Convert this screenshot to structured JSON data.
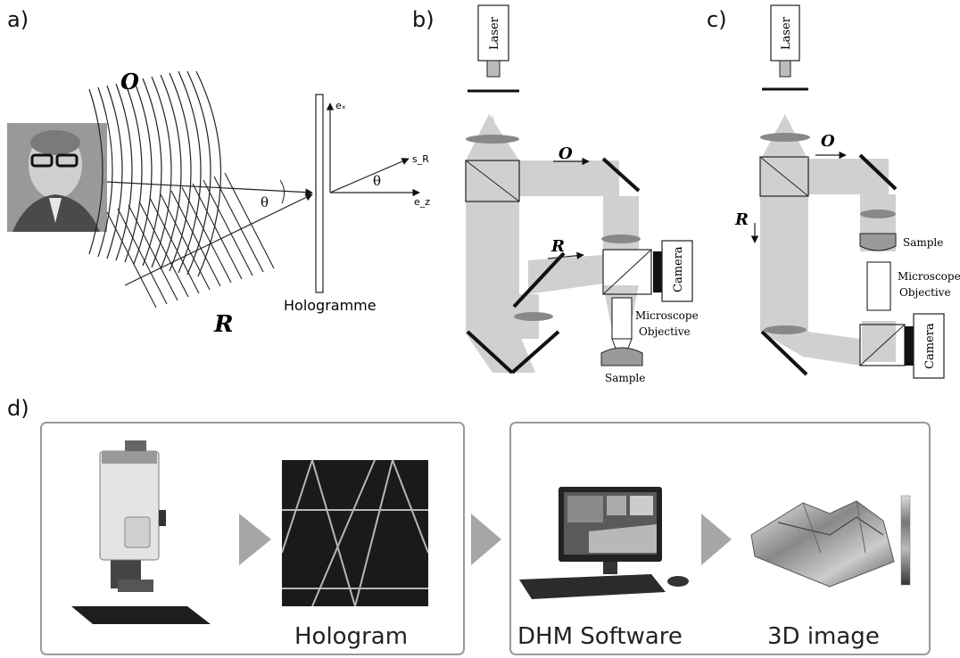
{
  "panels": {
    "a": {
      "label": "a)",
      "object_wave": "O",
      "reference_wave": "R",
      "angle_left": "θ",
      "angle_right": "θ",
      "axis_ex": "eₓ",
      "axis_ez": "e_z",
      "axis_sr": "s_R",
      "hologram_label": "Hologramme"
    },
    "b": {
      "label": "b)",
      "laser": "Laser",
      "object_wave": "O",
      "reference_wave": "R",
      "camera": "Camera",
      "objective_line1": "Microscope",
      "objective_line2": "Objective",
      "sample": "Sample"
    },
    "c": {
      "label": "c)",
      "laser": "Laser",
      "object_wave": "O",
      "reference_wave": "R",
      "camera": "Camera",
      "objective_line1": "Microscope",
      "objective_line2": "Objective",
      "sample": "Sample"
    },
    "d": {
      "label": "d)",
      "hologram_caption": "Hologram",
      "software_caption": "DHM Software",
      "image_caption": "3D image"
    }
  },
  "colors": {
    "beam": "#c8c8c8",
    "ink": "#111111",
    "box_border": "#9a9a9a",
    "arrow_fill": "#a6a6a6"
  }
}
